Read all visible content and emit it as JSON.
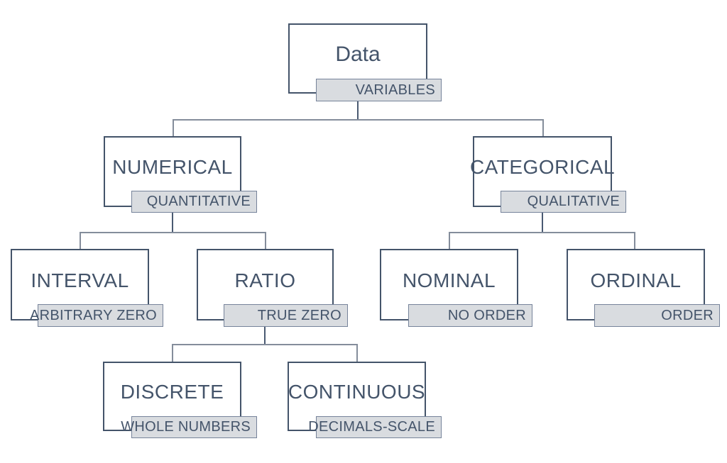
{
  "diagram": {
    "title_node": "Data",
    "colors": {
      "box_border": "#44546A",
      "text": "#44546A",
      "tag_fill": "#D9DCE0",
      "tag_border": "#76839A",
      "connector_gray": "#848D9B",
      "connector_dark": "#4A5A72",
      "background": "#FFFFFF"
    },
    "nodes": {
      "data": {
        "title": "Data",
        "tag": "VARIABLES"
      },
      "numerical": {
        "title": "NUMERICAL",
        "tag": "QUANTITATIVE"
      },
      "categorical": {
        "title": "CATEGORICAL",
        "tag": "QUALITATIVE"
      },
      "interval": {
        "title": "INTERVAL",
        "tag": "ARBITRARY ZERO"
      },
      "ratio": {
        "title": "RATIO",
        "tag": "TRUE ZERO"
      },
      "nominal": {
        "title": "NOMINAL",
        "tag": "NO ORDER"
      },
      "ordinal": {
        "title": "ORDINAL",
        "tag": "ORDER"
      },
      "discrete": {
        "title": "DISCRETE",
        "tag": "WHOLE NUMBERS"
      },
      "continuous": {
        "title": "CONTINUOUS",
        "tag": "DECIMALS-SCALE"
      }
    },
    "hierarchy": {
      "node": "Data (VARIABLES)",
      "children": [
        {
          "node": "NUMERICAL (QUANTITATIVE)",
          "children": [
            {
              "node": "INTERVAL (ARBITRARY ZERO)",
              "children": []
            },
            {
              "node": "RATIO (TRUE ZERO)",
              "children": [
                {
                  "node": "DISCRETE (WHOLE NUMBERS)",
                  "children": []
                },
                {
                  "node": "CONTINUOUS (DECIMALS-SCALE)",
                  "children": []
                }
              ]
            }
          ]
        },
        {
          "node": "CATEGORICAL (QUALITATIVE)",
          "children": [
            {
              "node": "NOMINAL (NO ORDER)",
              "children": []
            },
            {
              "node": "ORDINAL (ORDER)",
              "children": []
            }
          ]
        }
      ]
    }
  }
}
